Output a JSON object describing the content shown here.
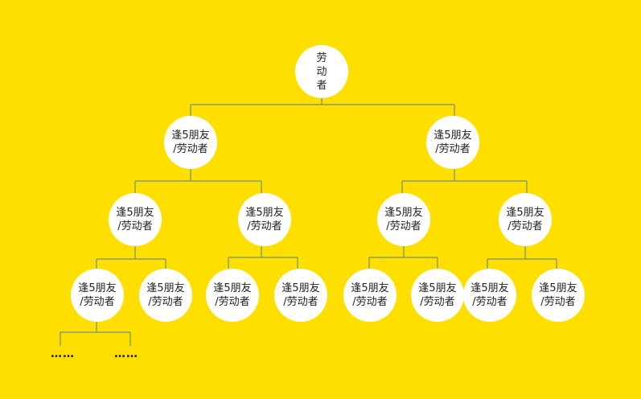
{
  "colors": {
    "background": "#FFDF00",
    "node_fill": "#FFFFFF",
    "connector": "#6F8F8A",
    "text": "#222222"
  },
  "tree": {
    "root": {
      "label": "劳动者"
    },
    "level1": [
      {
        "label": "逢5朋友\n/劳动者"
      },
      {
        "label": "逢5朋友\n/劳动者"
      }
    ],
    "level2": [
      {
        "label": "逢5朋友\n/劳动者"
      },
      {
        "label": "逢5朋友\n/劳动者"
      },
      {
        "label": "逢5朋友\n/劳动者"
      },
      {
        "label": "逢5朋友\n/劳动者"
      }
    ],
    "level3": [
      {
        "label": "逢5朋友\n/劳动者"
      },
      {
        "label": "逢5朋友\n/劳动者"
      },
      {
        "label": "逢5朋友\n/劳动者"
      },
      {
        "label": "逢5朋友\n/劳动者"
      },
      {
        "label": "逢5朋友\n/劳动者"
      },
      {
        "label": "逢5朋友\n/劳动者"
      },
      {
        "label": "逢5朋友\n/劳动者"
      },
      {
        "label": "逢5朋友\n/劳动者"
      }
    ],
    "continuation": [
      {
        "text": "……"
      },
      {
        "text": "……"
      }
    ]
  }
}
